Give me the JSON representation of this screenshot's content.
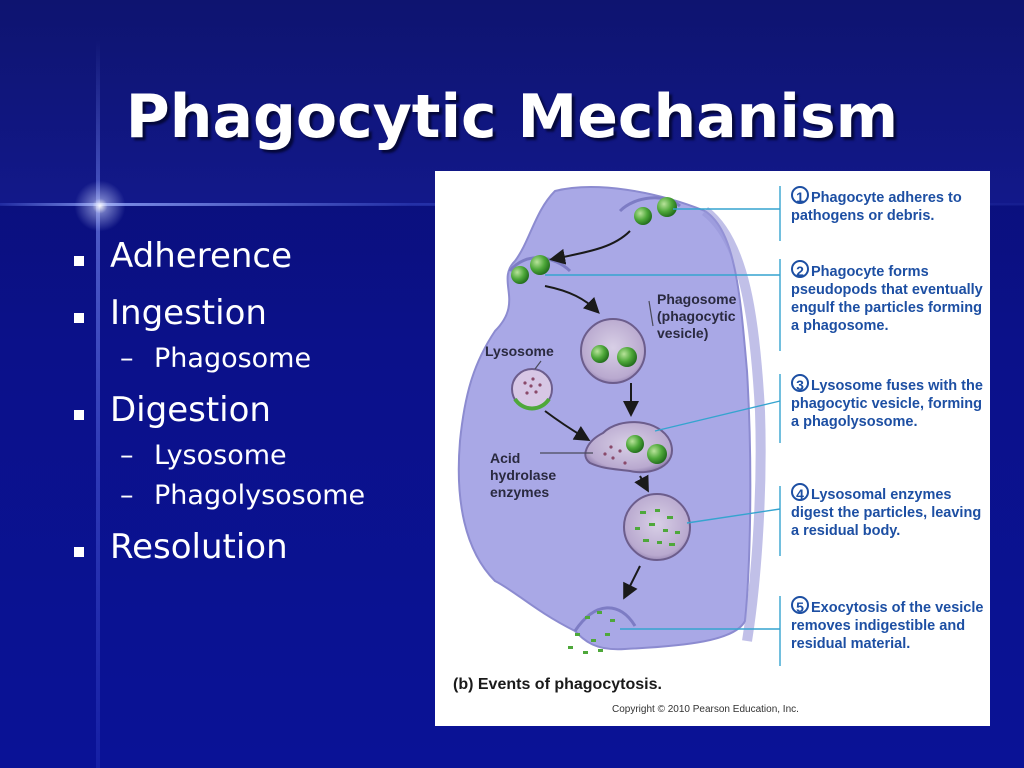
{
  "slide": {
    "title": "Phagocytic Mechanism",
    "bullets": [
      {
        "text": "Adherence"
      },
      {
        "text": "Ingestion",
        "sub": [
          "Phagosome"
        ]
      },
      {
        "text": "Digestion",
        "sub": [
          "Lysosome",
          "Phagolysosome"
        ]
      },
      {
        "text": "Resolution"
      }
    ]
  },
  "diagram": {
    "labels": {
      "phagosome": "Phagosome (phagocytic vesicle)",
      "lysosome": "Lysosome",
      "acid": "Acid hydrolase enzymes"
    },
    "steps": [
      {
        "num": "1",
        "text": "Phagocyte adheres to pathogens or debris."
      },
      {
        "num": "2",
        "text": "Phagocyte forms pseudopods that eventually engulf the particles forming a phagosome."
      },
      {
        "num": "3",
        "text": "Lysosome fuses with the phagocytic vesicle, forming a phagolysosome."
      },
      {
        "num": "4",
        "text": "Lysosomal enzymes digest the particles, leaving a residual body."
      },
      {
        "num": "5",
        "text": "Exocytosis of the vesicle removes indigestible and residual material."
      }
    ],
    "caption": "(b) Events of phagocytosis.",
    "copyright": "Copyright © 2010 Pearson Education, Inc."
  },
  "colors": {
    "background": "#0b118a",
    "cell": "#a9a8e6",
    "step_text": "#1d4fa3",
    "bacteria": "#3f9a2e"
  }
}
